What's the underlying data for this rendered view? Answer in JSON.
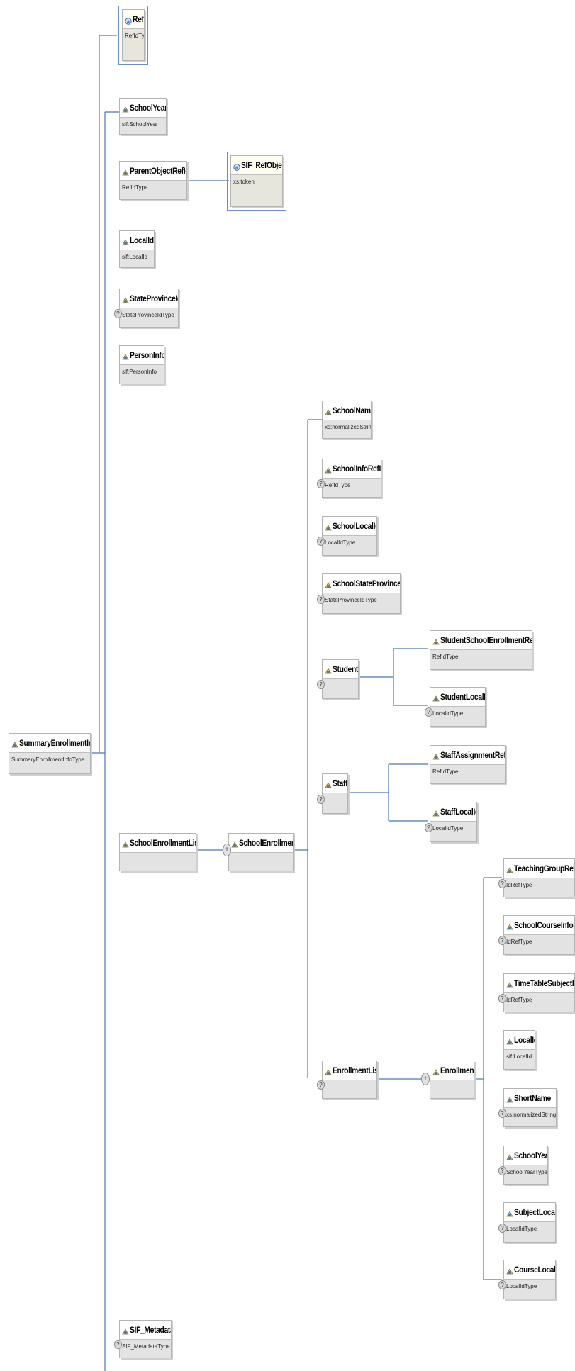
{
  "root": {
    "name": "SummaryEnrollmentInfo",
    "type": "SummaryEnrollmentInfoType"
  },
  "attributes": {
    "refid": {
      "name": "RefId",
      "type": "RefIdType"
    },
    "sif_refobject": {
      "name": "SIF_RefObject",
      "type": "xs:token"
    }
  },
  "elements": {
    "school_year": {
      "name": "SchoolYear",
      "type": "sif:SchoolYear"
    },
    "parent_object_refid": {
      "name": "ParentObjectRefId",
      "type": "RefIdType"
    },
    "local_id": {
      "name": "LocalId",
      "type": "sif:LocalId"
    },
    "state_province_id": {
      "name": "StateProvinceId",
      "type": "StateProvinceIdType"
    },
    "person_info": {
      "name": "PersonInfo",
      "type": "sif:PersonInfo"
    },
    "school_enrollment_list": {
      "name": "SchoolEnrollmentList",
      "type": ""
    },
    "school_enrollment": {
      "name": "SchoolEnrollment",
      "type": ""
    },
    "sif_metadata": {
      "name": "SIF_Metadata",
      "type": "SIF_MetadataType"
    },
    "school_name": {
      "name": "SchoolName",
      "type": "xs:normalizedString"
    },
    "school_info_refid": {
      "name": "SchoolInfoRefId",
      "type": "RefIdType"
    },
    "school_local_id": {
      "name": "SchoolLocalId",
      "type": "LocalIdType"
    },
    "school_state_province_id": {
      "name": "SchoolStateProvinceId",
      "type": "StateProvinceIdType"
    },
    "student": {
      "name": "Student",
      "type": ""
    },
    "staff": {
      "name": "Staff",
      "type": ""
    },
    "enrollment_list": {
      "name": "EnrollmentList",
      "type": ""
    },
    "student_school_enrollment_refid": {
      "name": "StudentSchoolEnrollmentRefId",
      "type": "RefIdType"
    },
    "student_local_id": {
      "name": "StudentLocalId",
      "type": "LocalIdType"
    },
    "staff_assignment_refid": {
      "name": "StaffAssignmentRefId",
      "type": "RefIdType"
    },
    "staff_local_id": {
      "name": "StaffLocalId",
      "type": "LocalIdType"
    },
    "enrollment": {
      "name": "Enrollment",
      "type": ""
    },
    "teaching_group_refid": {
      "name": "TeachingGroupRefId",
      "type": "IdRefType"
    },
    "school_course_info_refid": {
      "name": "SchoolCourseInfoRefI",
      "type": "IdRefType"
    },
    "timetable_subject_refid": {
      "name": "TimeTableSubjectRefI",
      "type": "IdRefType"
    },
    "enr_local_id": {
      "name": "LocalId",
      "type": "sif:LocalId"
    },
    "short_name": {
      "name": "ShortName",
      "type": "xs:normalizedString"
    },
    "enr_school_year": {
      "name": "SchoolYear",
      "type": "SchoolYearType"
    },
    "subject_local_id": {
      "name": "SubjectLocalId",
      "type": "LocalIdType"
    },
    "course_local_id": {
      "name": "CourseLocalId",
      "type": "LocalIdType"
    }
  },
  "colors": {
    "connector": "#4a78b4",
    "attribute_outline": "#6c8fc7",
    "type_band": "#e3e3e3"
  },
  "icons": {
    "element": "element-icon",
    "attribute": "attribute-icon",
    "optional": "optional-marker-icon",
    "sequence": "sequence-compositor-icon"
  }
}
